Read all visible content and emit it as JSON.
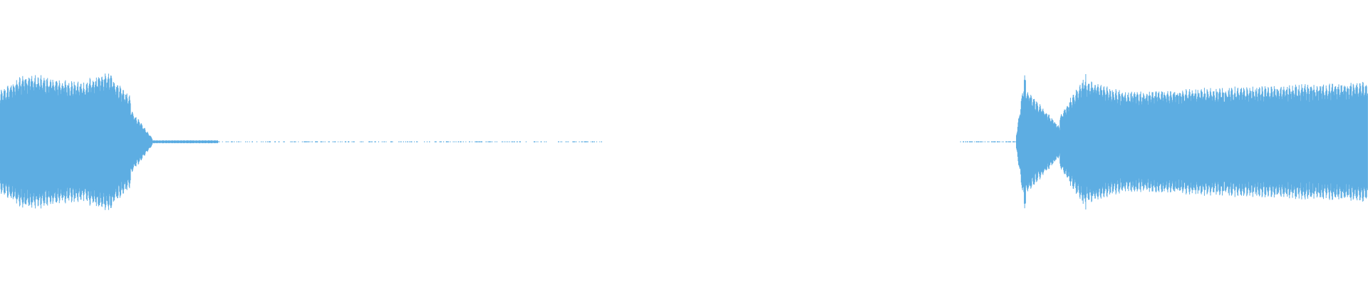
{
  "waveform": {
    "color": "#5dade2",
    "background": "#ffffff",
    "duration_units": 1568,
    "segments": [
      {
        "start": 0,
        "end": 28,
        "amp_start": 0.34,
        "amp_end": 0.46,
        "density": 1.0
      },
      {
        "start": 28,
        "end": 70,
        "amp_start": 0.46,
        "amp_end": 0.42,
        "density": 1.0
      },
      {
        "start": 70,
        "end": 100,
        "amp_start": 0.42,
        "amp_end": 0.4,
        "density": 1.0
      },
      {
        "start": 100,
        "end": 125,
        "amp_start": 0.42,
        "amp_end": 0.47,
        "density": 1.0
      },
      {
        "start": 125,
        "end": 150,
        "amp_start": 0.47,
        "amp_end": 0.3,
        "density": 1.0
      },
      {
        "start": 150,
        "end": 175,
        "amp_start": 0.22,
        "amp_end": 0.02,
        "density": 1.0
      },
      {
        "start": 175,
        "end": 250,
        "amp_start": 0.01,
        "amp_end": 0.01,
        "density": 1.0
      },
      {
        "start": 250,
        "end": 690,
        "amp_start": 0.004,
        "amp_end": 0.004,
        "density": 0.25
      },
      {
        "start": 1100,
        "end": 1165,
        "amp_start": 0.004,
        "amp_end": 0.004,
        "density": 0.35
      },
      {
        "start": 1165,
        "end": 1176,
        "amp_start": 0.05,
        "amp_end": 0.51,
        "density": 1.0
      },
      {
        "start": 1176,
        "end": 1215,
        "amp_start": 0.36,
        "amp_end": 0.1,
        "density": 1.0
      },
      {
        "start": 1215,
        "end": 1245,
        "amp_start": 0.18,
        "amp_end": 0.46,
        "density": 1.0
      },
      {
        "start": 1245,
        "end": 1295,
        "amp_start": 0.42,
        "amp_end": 0.33,
        "density": 1.0
      },
      {
        "start": 1295,
        "end": 1568,
        "amp_start": 0.34,
        "amp_end": 0.4,
        "density": 1.0
      }
    ]
  }
}
